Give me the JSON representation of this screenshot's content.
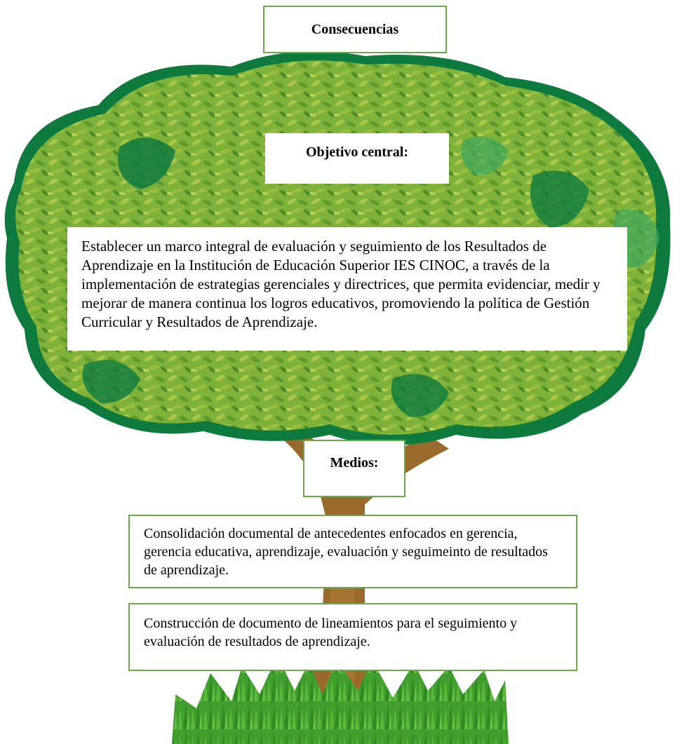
{
  "consequences": {
    "label": "Consecuencias"
  },
  "objective": {
    "label": "Objetivo central:",
    "text": "Establecer un marco integral de evaluación y seguimiento de los Resultados de Aprendizaje en la Institución de Educación Superior IES CINOC, a través de la implementación de estrategias gerenciales y directrices, que permita evidenciar, medir y mejorar de manera continua los logros educativos, promoviendo la política de Gestión Curricular y Resultados de Aprendizaje."
  },
  "means": {
    "label": "Medios:",
    "items": [
      "Consolidación documental de antecedentes enfocados en gerencia, gerencia educativa, aprendizaje, evaluación y seguimeinto de resultados de aprendizaje.",
      "Construcción de documento de lineamientos para el seguimiento y evaluación de resultados de aprendizaje."
    ]
  },
  "colors": {
    "border": "#70a64c",
    "canopy_dark": "#0f7a3e",
    "canopy_mid": "#6fa530",
    "canopy_light": "#a6c240",
    "trunk": "#9a6a2c",
    "grass": "#3f9e2e"
  }
}
